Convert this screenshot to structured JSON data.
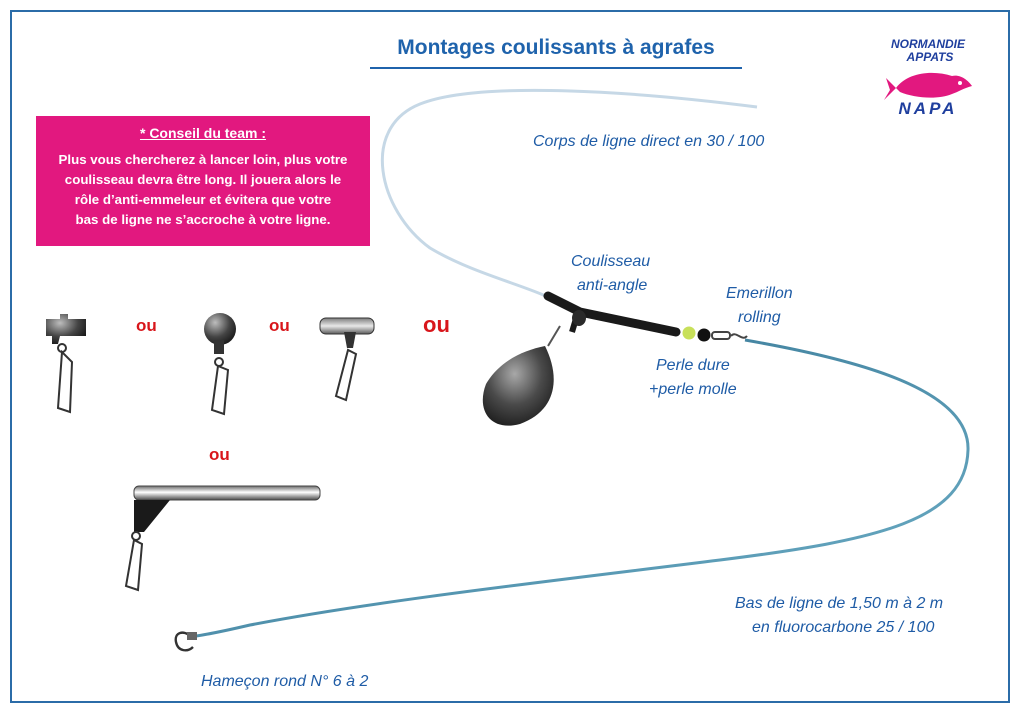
{
  "title": "Montages coulissants à agrafes",
  "logo": {
    "line1": "NORMANDIE",
    "line2": "APPATS",
    "acronym": "NAPA",
    "color_pink": "#e2187f",
    "color_blue": "#1f3f9e"
  },
  "tip": {
    "title": "* Conseil du team :",
    "lines": [
      "Plus vous chercherez à lancer loin, plus votre",
      "coulisseau devra être long. Il jouera alors le",
      "rôle d’anti-emmeleur et évitera que votre",
      "bas de ligne ne s’accroche à votre ligne."
    ]
  },
  "labels": {
    "main_line": "Corps de ligne direct en 30 / 100",
    "slider_1": "Coulisseau",
    "slider_2": "anti-angle",
    "swivel_1": "Emerillon",
    "swivel_2": "rolling",
    "beads_1": "Perle dure",
    "beads_2": "+perle molle",
    "leader_1": "Bas de ligne de 1,50 m à 2 m",
    "leader_2": "en fluorocarbone 25 / 100",
    "hook": "Hameçon rond N° 6 à 2"
  },
  "alternatives": {
    "ou_1": "ou",
    "ou_2": "ou",
    "ou_3": "ou",
    "ou_4": "ou"
  },
  "colors": {
    "frame": "#2b6ca8",
    "title": "#1f63ac",
    "label": "#1f5ca6",
    "tip_bg": "#e2187f",
    "ou": "#d8161b",
    "leader": "#4a8eaa",
    "bead": "#c8e05a"
  }
}
